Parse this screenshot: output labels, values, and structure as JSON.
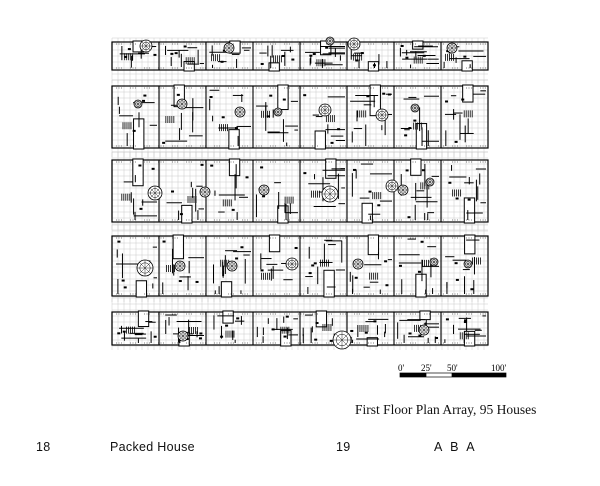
{
  "drawing": {
    "caption": "First Floor Plan Array, 95 Houses",
    "scale_bar": {
      "labels": [
        "0'",
        "25'",
        "50'",
        "100'"
      ],
      "ticks_feet": [
        0,
        25,
        50,
        100
      ]
    },
    "rows_of_houses": 5
  },
  "footer": {
    "left_page_number": "18",
    "left_title": "Packed House",
    "right_page_number": "19",
    "right_title": "A B A"
  }
}
